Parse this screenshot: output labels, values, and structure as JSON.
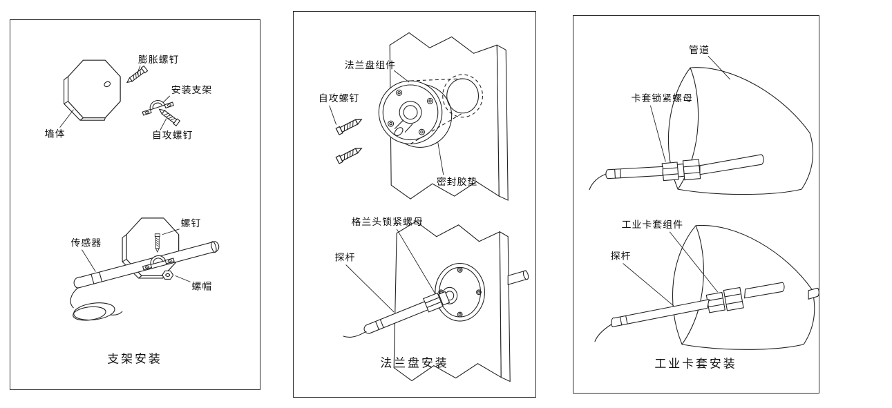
{
  "figure": {
    "type": "installation-instructions-diagram"
  },
  "colors": {
    "ink": "#222222",
    "panel_border": "#2a2a2a",
    "background": "#ffffff"
  },
  "panels": [
    {
      "caption": "支架安装",
      "labels": {
        "expansion_screw": "膨胀螺钉",
        "bracket": "安装支架",
        "wall": "墙体",
        "tapping_screw": "自攻螺钉",
        "sensor": "传感器",
        "screw": "螺钉",
        "nut": "螺帽"
      }
    },
    {
      "caption": "法兰盘安装",
      "labels": {
        "flange_assembly": "法兰盘组件",
        "tapping_screw": "自攻螺钉",
        "sealing_gasket": "密封胶垫",
        "gland_lock_nut": "格兰头锁紧螺母",
        "probe": "探杆"
      }
    },
    {
      "caption": "工业卡套安装",
      "labels": {
        "pipe": "管道",
        "ferrule_lock_nut": "卡套锁紧螺母",
        "ferrule_assembly": "工业卡套组件",
        "probe": "探杆"
      }
    }
  ]
}
